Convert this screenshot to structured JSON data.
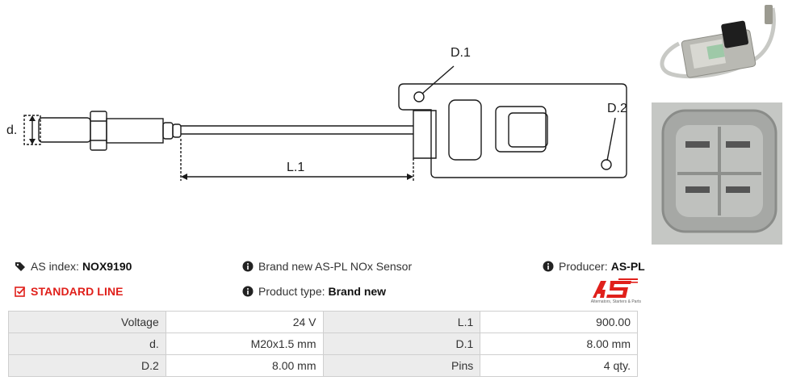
{
  "diagram": {
    "labels": {
      "d": "d.",
      "l1": "L.1",
      "d1": "D.1",
      "d2": "D.2"
    }
  },
  "info": {
    "as_index_label": "AS index:",
    "as_index_value": "NOX9190",
    "line_badge": "STANDARD LINE",
    "description": "Brand new AS-PL NOx Sensor",
    "product_type_label": "Product type:",
    "product_type_value": "Brand new",
    "producer_label": "Producer:",
    "producer_value": "AS-PL"
  },
  "logo": {
    "tagline": "Alternators, Starters & Parts"
  },
  "specs": [
    {
      "key": "Voltage",
      "value": "24 V"
    },
    {
      "key": "L.1",
      "value": "900.00"
    },
    {
      "key": "d.",
      "value": "M20x1.5 mm"
    },
    {
      "key": "D.1",
      "value": "8.00 mm"
    },
    {
      "key": "D.2",
      "value": "8.00 mm"
    },
    {
      "key": "Pins",
      "value": "4 qty."
    }
  ],
  "colors": {
    "accent_red": "#e0201b",
    "line": "#1a1a1a"
  }
}
